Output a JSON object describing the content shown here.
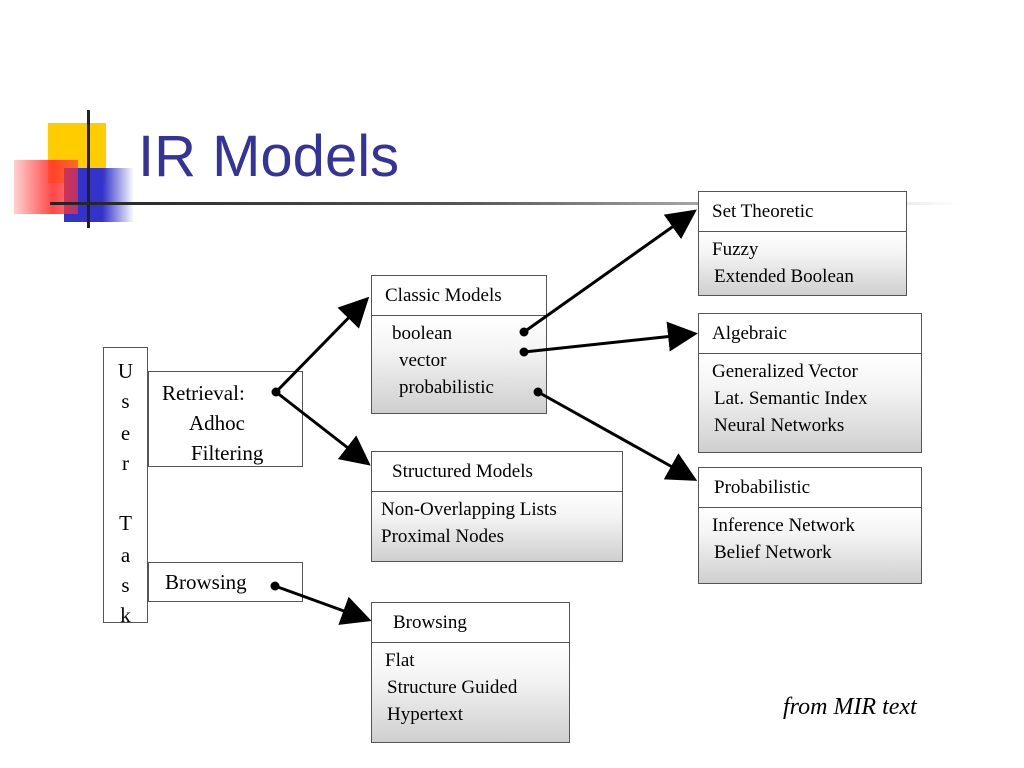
{
  "title": "IR Models",
  "credit": "from MIR text",
  "colors": {
    "title": "#333399",
    "deco_yellow": "#ffcc00",
    "deco_red": "#ff3333",
    "deco_blue": "#3333cc"
  },
  "user_task": {
    "letters": [
      "U",
      "s",
      "e",
      "r",
      "",
      "T",
      "a",
      "s",
      "k"
    ]
  },
  "tasks": {
    "retrieval": [
      "Retrieval:",
      "Adhoc",
      "Filtering"
    ],
    "browsing": "Browsing"
  },
  "classic_models": {
    "header": "Classic Models",
    "items": [
      "boolean",
      "vector",
      "probabilistic"
    ]
  },
  "structured_models": {
    "header": "Structured Models",
    "items": [
      "Non-Overlapping Lists",
      "Proximal Nodes"
    ]
  },
  "browsing_models": {
    "header": "Browsing",
    "items": [
      "Flat",
      "Structure Guided",
      "Hypertext"
    ]
  },
  "set_theoretic": {
    "header": "Set Theoretic",
    "items": [
      "Fuzzy",
      "Extended Boolean"
    ]
  },
  "algebraic": {
    "header": "Algebraic",
    "items": [
      "Generalized Vector",
      "Lat. Semantic Index",
      "Neural Networks"
    ]
  },
  "probabilistic": {
    "header": "Probabilistic",
    "items": [
      "Inference Network",
      "Belief Network"
    ]
  }
}
